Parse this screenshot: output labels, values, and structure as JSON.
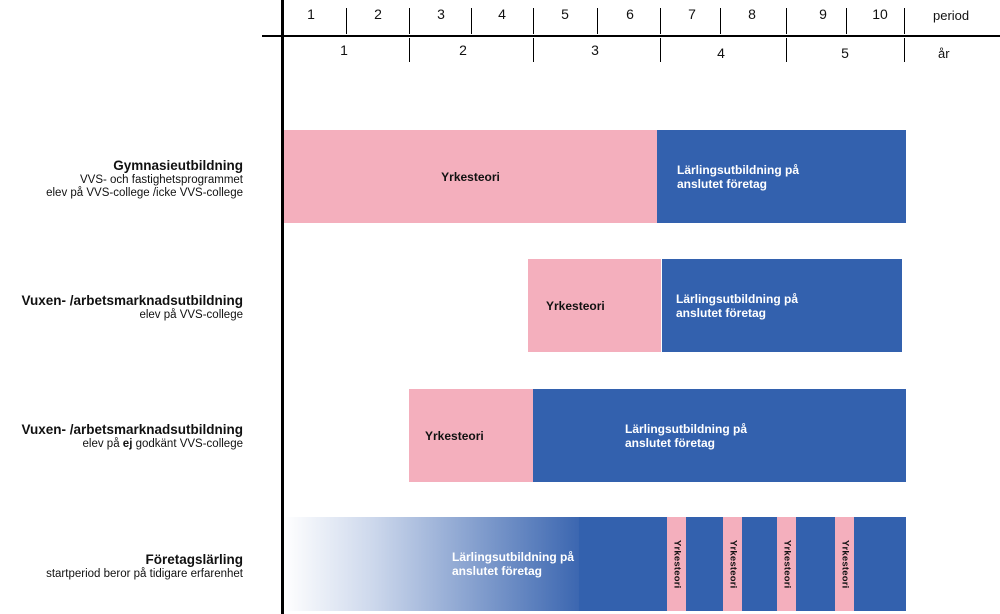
{
  "header": {
    "periods": [
      "1",
      "2",
      "3",
      "4",
      "5",
      "6",
      "7",
      "8",
      "9",
      "10"
    ],
    "period_label": "period",
    "years": [
      "1",
      "2",
      "3",
      "4",
      "5"
    ],
    "year_label": "år"
  },
  "rows": [
    {
      "title": "Gymnasieutbildning",
      "line1": "VVS- och fastighetsprogrammet",
      "line2": "elev på VVS-college /icke VVS-college",
      "theory": "Yrkesteori",
      "apprentice": "Lärlingsutbildning på anslutet företag"
    },
    {
      "title": "Vuxen- /arbetsmarknadsutbildning",
      "line1": "elev på VVS-college",
      "theory": "Yrkesteori",
      "apprentice": "Lärlingsutbildning på anslutet företag"
    },
    {
      "title": "Vuxen- /arbetsmarknadsutbildning",
      "line1_pre": "elev på ",
      "line1_bold": "ej",
      "line1_post": " godkänt VVS-college",
      "theory": "Yrkesteori",
      "apprentice": "Lärlingsutbildning på anslutet företag"
    },
    {
      "title": "Företagslärling",
      "line1": "startperiod beror på tidigare erfarenhet",
      "apprentice": "Lärlingsutbildning på anslutet företag",
      "theory_blocks": [
        "Yrkesteori",
        "Yrkesteori",
        "Yrkesteori",
        "Yrkesteori"
      ]
    }
  ],
  "colors": {
    "theory": "#f4afbd",
    "apprentice": "#3361ae",
    "axis": "#000000"
  }
}
